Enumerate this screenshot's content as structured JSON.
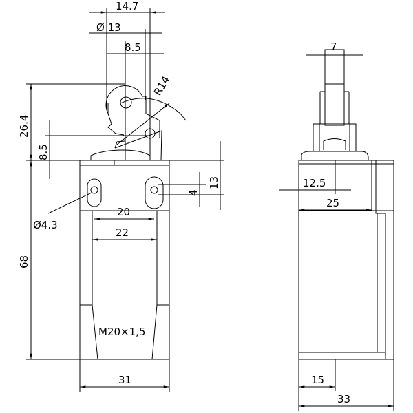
{
  "front_view": {
    "dims": {
      "roller_outer_width": "14.7",
      "roller_diameter": "Ø 13",
      "roller_offset": "8.5",
      "lever_radius": "R14",
      "height_to_roller": "26.4",
      "lever_height": "8.5",
      "body_height": "68",
      "slot_offset": "13",
      "slot_length": "4",
      "hole_diameter": "Ø4.3",
      "hole_spacing_inner": "20",
      "hole_spacing_outer": "22",
      "body_width": "31",
      "thread": "M20×1,5"
    }
  },
  "side_view": {
    "dims": {
      "roller_width": "7",
      "half_depth": "12.5",
      "inner_depth": "25",
      "bottom_offset": "15",
      "body_depth": "33"
    }
  },
  "colors": {
    "line": "#000000",
    "background": "#ffffff"
  }
}
